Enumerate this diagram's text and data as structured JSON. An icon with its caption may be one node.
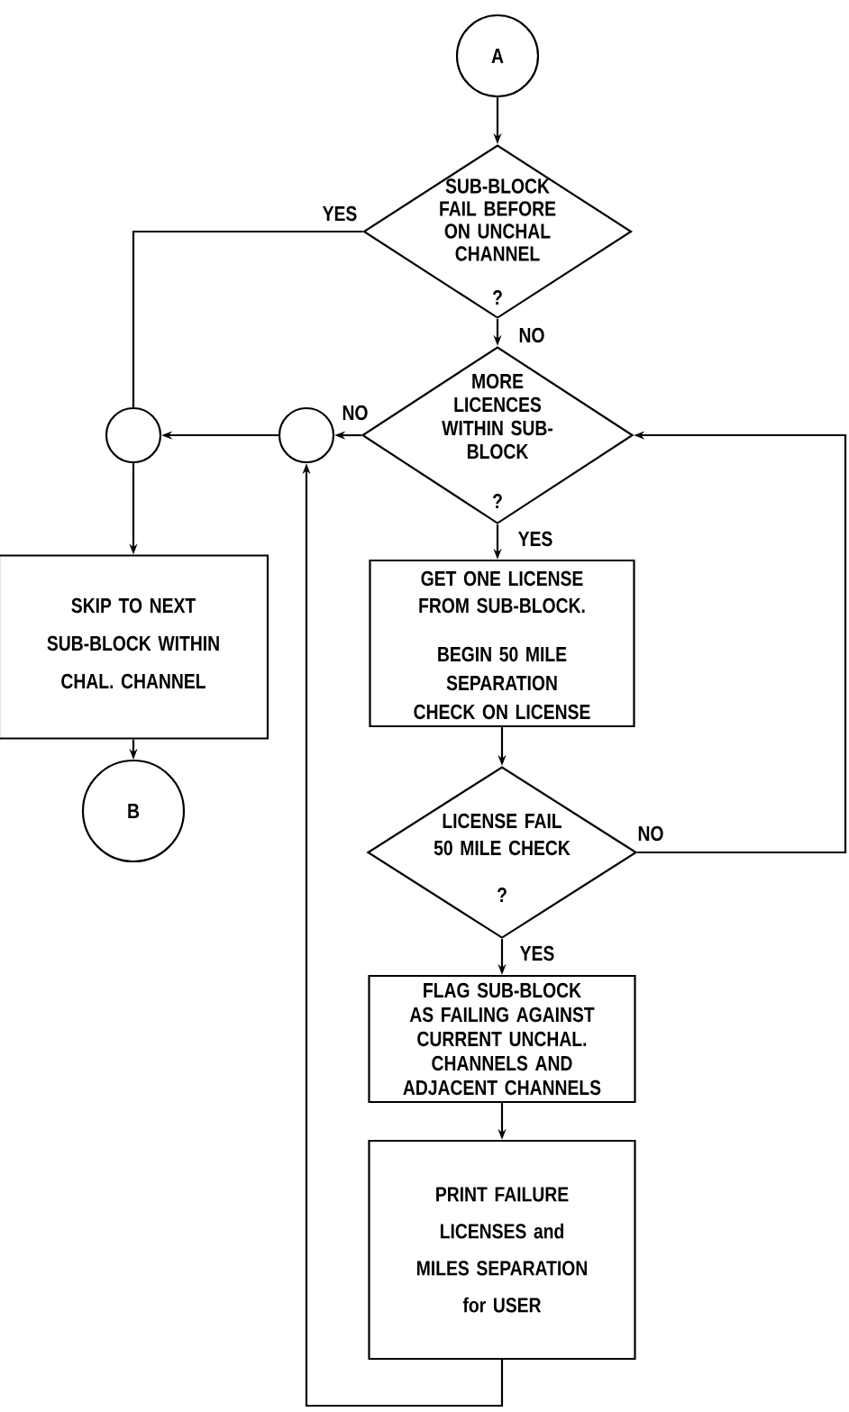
{
  "diagram": {
    "nodes": [
      {
        "text": [
          "A"
        ]
      },
      {
        "text": [
          "SUB-BLOCK FAIL BEFORE ON UNCHAL CHANNEL",
          "?"
        ]
      },
      {
        "text": [
          "MORE LICENCES WITHIN SUB- BLOCK",
          "?"
        ]
      },
      {
        "text": [],
        "shape": "circle"
      },
      {
        "text": [],
        "shape": "circle"
      },
      {
        "text": [
          "SKIP TO NEXT SUB-BLOCK WITHIN CHAL. CHANNEL"
        ]
      },
      {
        "text": [
          "B"
        ]
      },
      {
        "text": [
          "GET ONE LICENSE FROM SUB-BLOCK.",
          "BEGIN 50 MILE SEPARATION CHECK ON LICENSE"
        ]
      },
      {
        "text": [
          "LICENSE FAIL 50 MILE CHECK",
          "?"
        ]
      },
      {
        "text": [
          "FLAG SUB-BLOCK AS FAILING AGAINST CURRENT UNCHAL. CHANNELS AND ADJACENT CHANNELS"
        ]
      },
      {
        "text": [
          "PRINT FAILURE LICENSES and MILES SEPARATION for USER"
        ]
      }
    ],
    "edges": [
      {
        "from": 0,
        "to": 1,
        "arrow": "to"
      },
      {
        "from": 1,
        "to": 2,
        "arrow": "to",
        "label": "NO"
      },
      {
        "from": 1,
        "to": 3,
        "arrow": "none",
        "label": "YES"
      },
      {
        "from": 2,
        "to": 4,
        "arrow": "to",
        "label": "NO"
      },
      {
        "from": 4,
        "to": 3,
        "arrow": "to"
      },
      {
        "from": 3,
        "to": 5,
        "arrow": "to"
      },
      {
        "from": 5,
        "to": 6,
        "arrow": "to"
      },
      {
        "from": 2,
        "to": 7,
        "arrow": "to",
        "label": "YES"
      },
      {
        "from": 7,
        "to": 8,
        "arrow": "to"
      },
      {
        "from": 8,
        "to": 2,
        "arrow": "to",
        "label": "NO"
      },
      {
        "from": 8,
        "to": 9,
        "arrow": "to",
        "label": "YES"
      },
      {
        "from": 9,
        "to": 10,
        "arrow": "to"
      },
      {
        "from": 10,
        "to": 4,
        "arrow": "to"
      }
    ]
  }
}
